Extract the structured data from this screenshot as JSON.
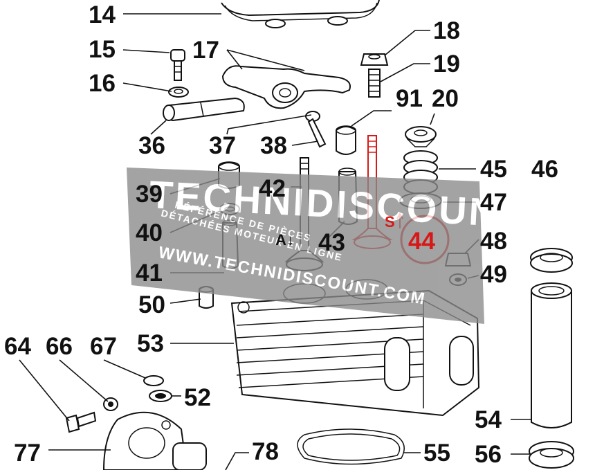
{
  "colors": {
    "highlight": "#d81818",
    "watermark_band": "#8a8a8a",
    "ink": "#111111"
  },
  "labels": {
    "n14": "14",
    "n15": "15",
    "n16": "16",
    "n17": "17",
    "n18": "18",
    "n19": "19",
    "n20": "20",
    "n91": "91",
    "n36": "36",
    "n37": "37",
    "n38": "38",
    "n39": "39",
    "n40": "40",
    "n41": "41",
    "n42": "42",
    "n43": "43",
    "n44": "44",
    "n45": "45",
    "n46": "46",
    "n47": "47",
    "n48": "48",
    "n49": "49",
    "n50": "50",
    "n52": "52",
    "n53": "53",
    "n54": "54",
    "n55": "55",
    "n56": "56",
    "n64": "64",
    "n66": "66",
    "n67": "67",
    "n77": "77",
    "n78": "78",
    "markA": "A",
    "markS": "S"
  },
  "watermark": {
    "brand": "TECHNIDISCOUNT",
    "tagline1": "RÉFÉRENCE DE PIÈCES",
    "tagline2": "DÉTACHÉES MOTEUR EN LIGNE",
    "url": "WWW.TECHNIDISCOUNT.COM"
  }
}
